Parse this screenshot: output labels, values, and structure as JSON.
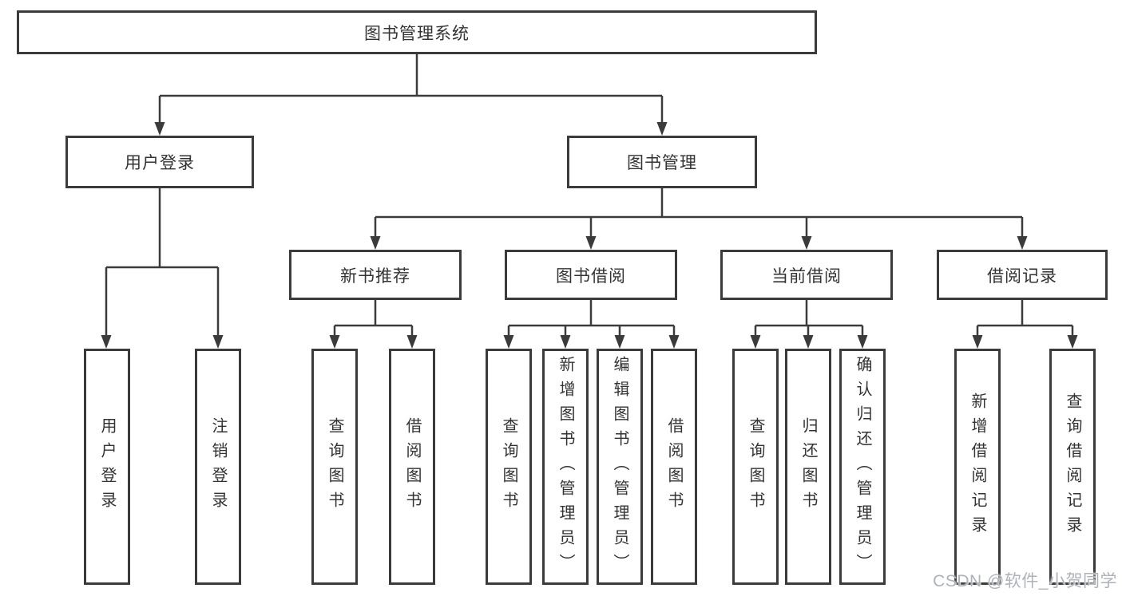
{
  "diagram": {
    "type": "hierarchy-tree",
    "title": "图书管理系统",
    "structure": {
      "root": "图书管理系统",
      "children": [
        {
          "node": "用户登录",
          "children": [
            "用户登录",
            "注销登录"
          ]
        },
        {
          "node": "图书管理",
          "children": [
            {
              "node": "新书推荐",
              "children": [
                "查询图书",
                "借阅图书"
              ]
            },
            {
              "node": "图书借阅",
              "children": [
                "查询图书",
                "新增图书（管理员）",
                "编辑图书（管理员）",
                "借阅图书"
              ]
            },
            {
              "node": "当前借阅",
              "children": [
                "查询图书",
                "归还图书",
                "确认归还（管理员）"
              ]
            },
            {
              "node": "借阅记录",
              "children": [
                "新增借阅记录",
                "查询借阅记录"
              ]
            }
          ]
        }
      ]
    }
  },
  "nodes": {
    "root": {
      "label": "图书管理系统"
    },
    "user_login": {
      "label": "用户登录"
    },
    "book_mgmt": {
      "label": "图书管理"
    },
    "new_book_rec": {
      "label": "新书推荐"
    },
    "book_borrow": {
      "label": "图书借阅"
    },
    "current_borrow": {
      "label": "当前借阅"
    },
    "borrow_records": {
      "label": "借阅记录"
    },
    "leaf_user_login": {
      "label": "用户登录"
    },
    "leaf_logout": {
      "label": "注销登录"
    },
    "leaf_rec_query": {
      "label": "查询图书"
    },
    "leaf_rec_borrow": {
      "label": "借阅图书"
    },
    "leaf_bb_query": {
      "label": "查询图书"
    },
    "leaf_bb_add": {
      "label": "新增图书（管理员）"
    },
    "leaf_bb_edit": {
      "label": "编辑图书（管理员）"
    },
    "leaf_bb_borrow": {
      "label": "借阅图书"
    },
    "leaf_cb_query": {
      "label": "查询图书"
    },
    "leaf_cb_return": {
      "label": "归还图书"
    },
    "leaf_cb_confirm": {
      "label": "确认归还（管理员）"
    },
    "leaf_br_add": {
      "label": "新增借阅记录"
    },
    "leaf_br_query": {
      "label": "查询借阅记录"
    }
  },
  "watermark": {
    "text": "CSDN @软件_小贺同学"
  },
  "colors": {
    "line": "#3b3b3b",
    "box_border": "#3b3b3b",
    "text": "#333333",
    "box_fill": "#ffffff",
    "background": "#ffffff",
    "watermark": "#aeb2b9"
  }
}
